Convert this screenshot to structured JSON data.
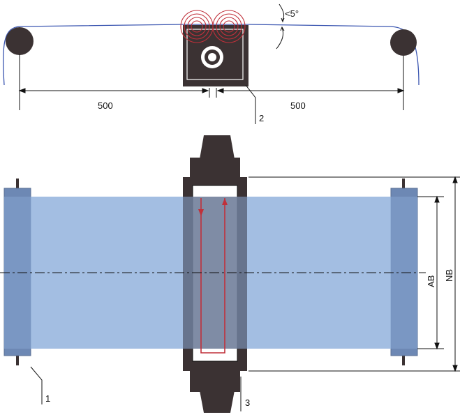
{
  "labels": {
    "angle": "<5°",
    "dim_left": "500",
    "dim_right": "500",
    "part_1": "1",
    "part_2": "2",
    "part_3": "3",
    "ab": "AB",
    "nb": "NB"
  },
  "colors": {
    "web_blue": "#8fb0dc",
    "roller_blue": "#6d88b4",
    "head_dark": "#3b3233",
    "induction_red": "#c0303a",
    "web_line": "#3a55b0"
  },
  "icons": {
    "roller": "roller-circle",
    "induction_head": "induction-head",
    "coil_waves": "coil-waves"
  }
}
